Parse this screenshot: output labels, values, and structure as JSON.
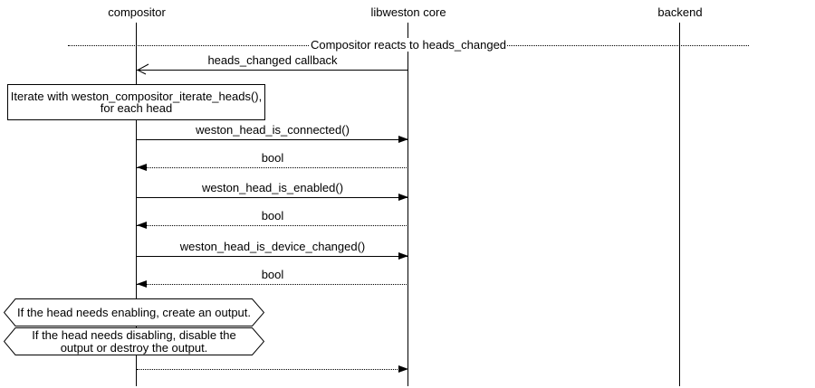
{
  "participants": [
    {
      "label": "compositor"
    },
    {
      "label": "libweston core"
    },
    {
      "label": "backend"
    }
  ],
  "divider": {
    "label": "Compositor reacts to heads_changed"
  },
  "messages": [
    {
      "label": "heads_changed callback",
      "from": "libweston core",
      "to": "compositor",
      "line": "solid",
      "arrowhead": "open"
    },
    {
      "label": "weston_head_is_connected()",
      "from": "compositor",
      "to": "libweston core",
      "line": "solid",
      "arrowhead": "filled"
    },
    {
      "label": "bool",
      "from": "libweston core",
      "to": "compositor",
      "line": "dotted",
      "arrowhead": "filled"
    },
    {
      "label": "weston_head_is_enabled()",
      "from": "compositor",
      "to": "libweston core",
      "line": "solid",
      "arrowhead": "filled"
    },
    {
      "label": "bool",
      "from": "libweston core",
      "to": "compositor",
      "line": "dotted",
      "arrowhead": "filled"
    },
    {
      "label": "weston_head_is_device_changed()",
      "from": "compositor",
      "to": "libweston core",
      "line": "solid",
      "arrowhead": "filled"
    },
    {
      "label": "bool",
      "from": "libweston core",
      "to": "compositor",
      "line": "dotted",
      "arrowhead": "filled"
    },
    {
      "label": "",
      "from": "compositor",
      "to": "libweston core",
      "line": "dotted",
      "arrowhead": "filled"
    }
  ],
  "notes": {
    "iterate_box": "Iterate with weston_compositor_iterate_heads(), for each head",
    "enable_hex": "If the head needs enabling, create an output.",
    "disable_hex": "If the head needs disabling, disable the output or destroy the output."
  },
  "colors": {
    "line": "#000000",
    "background": "#ffffff",
    "text": "#000000"
  }
}
